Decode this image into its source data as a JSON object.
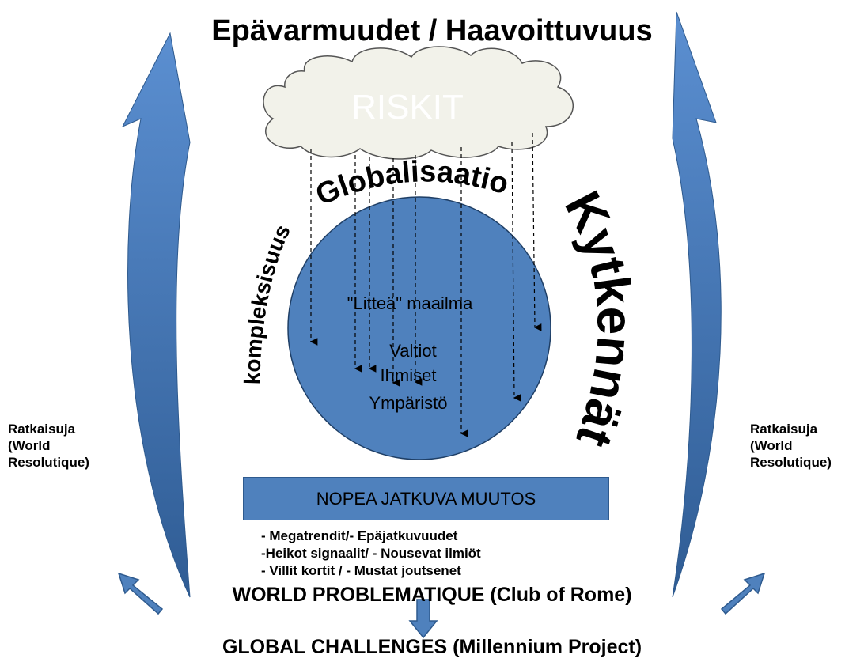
{
  "title": "Epävarmuudet / Haavoittuvuus",
  "cloud_label": "RISKIT",
  "arc_globalisaatio": "Globalisaatio",
  "arc_kompleksisuus": "kompleksisuus",
  "arc_kytkennat": "Kytkennät",
  "globe": {
    "heading": "\"Litteä\" maailma",
    "items": [
      "Valtiot",
      "Ihmiset",
      "Ympäristö"
    ]
  },
  "left_label": [
    "Ratkaisuja",
    "(World",
    "Resolutique)"
  ],
  "right_label": [
    "Ratkaisuja",
    "(World",
    "Resolutique)"
  ],
  "band_label": "NOPEA JATKUVA MUUTOS",
  "bullets": [
    "- Megatrendit/- Epäjatkuvuudet",
    "-Heikot signaalit/ - Nousevat ilmiöt",
    "- Villit kortit / - Mustat joutsenet"
  ],
  "world_problematique": {
    "main": "WORLD PROBLEMATIQUE",
    "paren": "(Club of Rome)"
  },
  "global_challenges": "GLOBAL CHALLENGES (Millennium Project)",
  "colors": {
    "blue": "#4f81bd",
    "dark_blue": "#2e5a8e",
    "cloud": "#f2f2ea"
  }
}
